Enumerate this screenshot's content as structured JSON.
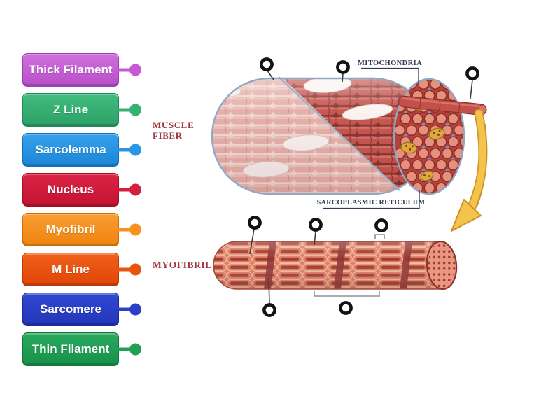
{
  "page": {
    "background": "#ffffff"
  },
  "word_bank": {
    "items": [
      {
        "id": "thick-filament",
        "text": "Thick Filament",
        "color_top": "#cf6fdd",
        "color_bottom": "#b850c9",
        "color_edge": "#a23bb5",
        "color_knob": "#c558d4"
      },
      {
        "id": "z-line",
        "text": "Z Line",
        "color_top": "#41bd7e",
        "color_bottom": "#2da066",
        "color_edge": "#1f8a54",
        "color_knob": "#35b170"
      },
      {
        "id": "sarcolemma",
        "text": "Sarcolemma",
        "color_top": "#35a1ea",
        "color_bottom": "#1d86d8",
        "color_edge": "#1671bd",
        "color_knob": "#2b96e4"
      },
      {
        "id": "nucleus",
        "text": "Nucleus",
        "color_top": "#dd2446",
        "color_bottom": "#c21332",
        "color_edge": "#a50d27",
        "color_knob": "#d41f3f"
      },
      {
        "id": "myofibril",
        "text": "Myofibril",
        "color_top": "#f99d31",
        "color_bottom": "#ef8410",
        "color_edge": "#d06d03",
        "color_knob": "#f6921c"
      },
      {
        "id": "m-line",
        "text": "M Line",
        "color_top": "#f0601c",
        "color_bottom": "#e14505",
        "color_edge": "#bf3a02",
        "color_knob": "#e85410"
      },
      {
        "id": "sarcomere",
        "text": "Sarcomere",
        "color_top": "#3148d1",
        "color_bottom": "#2236b8",
        "color_edge": "#19299b",
        "color_knob": "#2c3fc6"
      },
      {
        "id": "thin-filament",
        "text": "Thin Filament",
        "color_top": "#2aa95f",
        "color_bottom": "#18914a",
        "color_edge": "#0e7a3c",
        "color_knob": "#21a055"
      }
    ]
  },
  "diagram": {
    "annotations": {
      "mitochondria": "MITOCHONDRIA",
      "sarcoplasmic_reticulum": "SARCOPLASMIC RETICULUM",
      "muscle_fiber_line1": "MUSCLE",
      "muscle_fiber_line2": "FIBER",
      "myofibril": "MYOFIBRIL"
    },
    "colors": {
      "side_label": "#9e3340",
      "annotation": "#333a52",
      "marker_ring": "#121212",
      "arrow": "#f4c34c",
      "membrane_outline": "#90a8c2",
      "dark_myofibril": "#c14a42",
      "pale_myofibril": "#e2a9a1"
    }
  }
}
